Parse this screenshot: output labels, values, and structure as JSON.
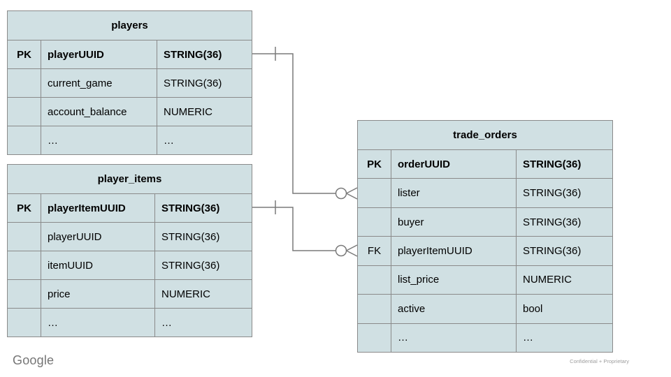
{
  "colors": {
    "cell_fill": "#d0e0e3",
    "border": "#8a8a8a",
    "connector": "#7a7a7a",
    "text": "#000000",
    "footer_gray": "#757575"
  },
  "footer": {
    "brand": "Google",
    "note": "Confidential + Proprietary"
  },
  "tables": [
    {
      "id": "players",
      "title": "players",
      "rows": [
        {
          "key": "PK",
          "name": "playerUUID",
          "type": "STRING(36)",
          "bold": true
        },
        {
          "key": "",
          "name": "current_game",
          "type": "STRING(36)"
        },
        {
          "key": "",
          "name": "account_balance",
          "type": "NUMERIC"
        },
        {
          "key": "",
          "name": "…",
          "type": "…"
        }
      ]
    },
    {
      "id": "player_items",
      "title": "player_items",
      "rows": [
        {
          "key": "PK",
          "name": "playerItemUUID",
          "type": "STRING(36)",
          "bold": true
        },
        {
          "key": "",
          "name": "playerUUID",
          "type": "STRING(36)"
        },
        {
          "key": "",
          "name": "itemUUID",
          "type": "STRING(36)"
        },
        {
          "key": "",
          "name": "price",
          "type": "NUMERIC"
        },
        {
          "key": "",
          "name": "…",
          "type": "…"
        }
      ]
    },
    {
      "id": "trade_orders",
      "title": "trade_orders",
      "rows": [
        {
          "key": "PK",
          "name": "orderUUID",
          "type": "STRING(36)",
          "bold": true
        },
        {
          "key": "",
          "name": "lister",
          "type": "STRING(36)"
        },
        {
          "key": "",
          "name": "buyer",
          "type": "STRING(36)"
        },
        {
          "key": "FK",
          "name": "playerItemUUID",
          "type": "STRING(36)"
        },
        {
          "key": "",
          "name": "list_price",
          "type": "NUMERIC"
        },
        {
          "key": "",
          "name": "active",
          "type": "bool"
        },
        {
          "key": "",
          "name": "…",
          "type": "…"
        }
      ]
    }
  ],
  "relationships": [
    {
      "from": "players.playerUUID",
      "to": "trade_orders.lister",
      "from_cardinality": "one",
      "to_cardinality": "zero-or-many"
    },
    {
      "from": "player_items.playerItemUUID",
      "to": "trade_orders.playerItemUUID",
      "from_cardinality": "one",
      "to_cardinality": "zero-or-many"
    }
  ]
}
